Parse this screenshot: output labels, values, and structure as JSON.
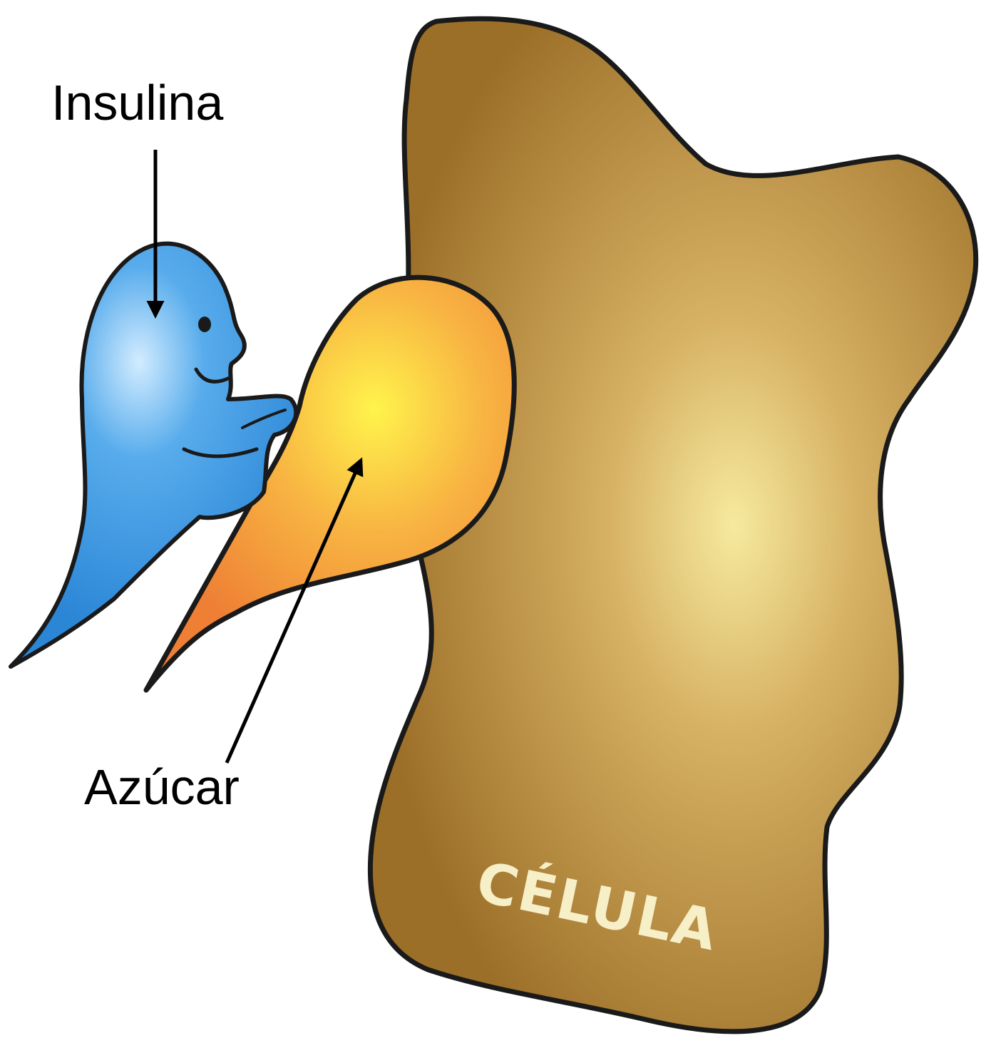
{
  "labels": {
    "insulin": "Insulina",
    "sugar": "Azúcar",
    "cell": "CÉLULA"
  },
  "colors": {
    "background": "#ffffff",
    "cell_fill": "#a87a2e",
    "cell_highlight": "#f3e59a",
    "insulin_fill": "#3a93de",
    "insulin_highlight": "#bfe4ff",
    "sugar_fill": "#f0903a",
    "sugar_highlight": "#fff04a",
    "outline": "#1a1a1a",
    "arrow": "#000000"
  },
  "icons": {
    "insulin": "insulin-character-icon",
    "sugar": "sugar-molecule-icon",
    "cell": "cell-shape-icon"
  }
}
